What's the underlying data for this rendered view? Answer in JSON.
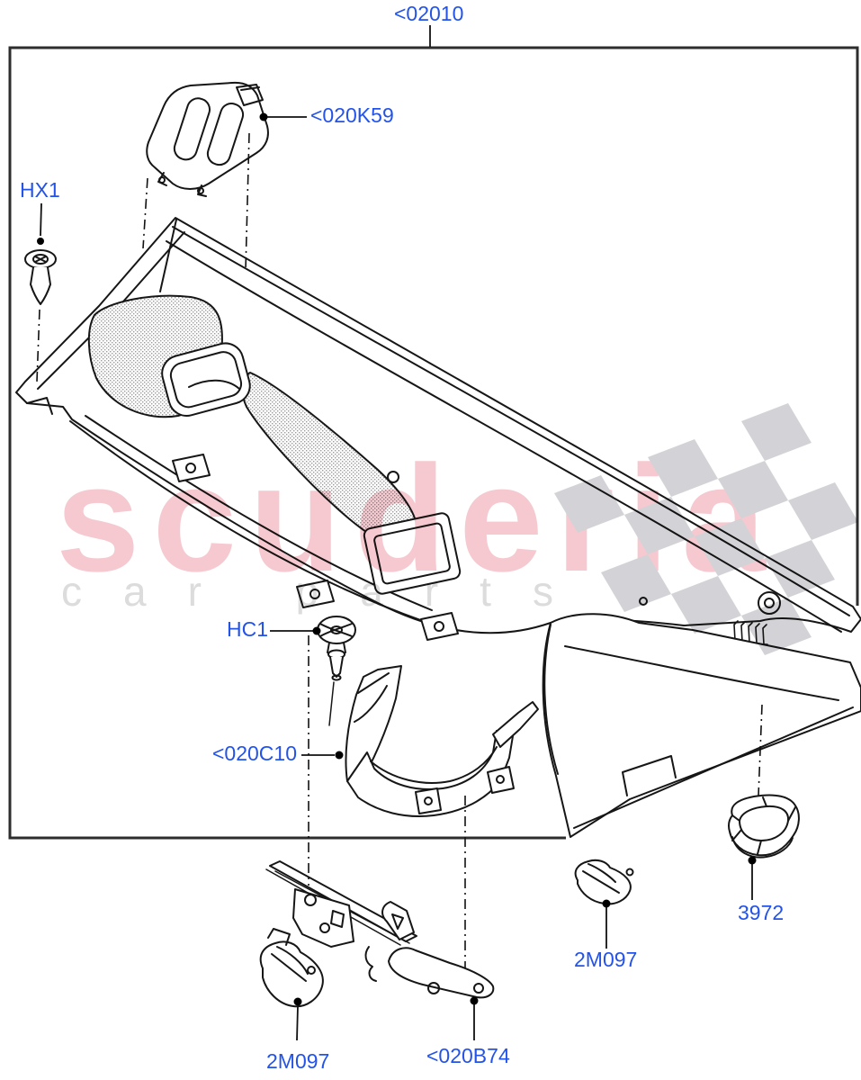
{
  "diagram": {
    "description": "Cowl panel exploded parts diagram",
    "callouts": {
      "main": "<02010",
      "cover": "<020K59",
      "pin": "HX1",
      "nut": "HC1",
      "lower_cowl": "<020C10",
      "jet_left": "2M097",
      "support": "<020B74",
      "jet_right": "2M097",
      "grommet": "3972"
    },
    "colors": {
      "callout_text": "#2353e8",
      "line_art": "#161616",
      "border": "#2d2d2d",
      "mesh_gray": "#9c9c9c"
    }
  },
  "watermark": {
    "primary": "scuderia",
    "secondary": "car parts",
    "primary_color": "#f5c9cf",
    "secondary_color": "#dcdcdc",
    "checker_color": "#d3d3d7"
  }
}
